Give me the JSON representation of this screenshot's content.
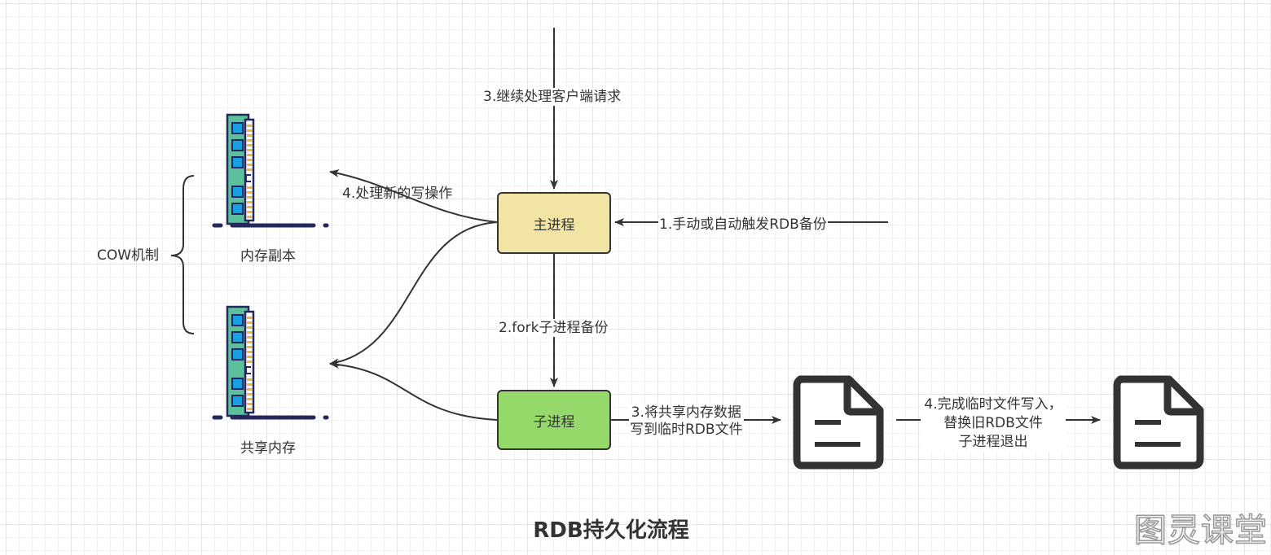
{
  "diagram": {
    "title": "RDB持久化流程",
    "nodes": {
      "main_process": "主进程",
      "child_process": "子进程",
      "memory_copy": "内存副本",
      "shared_memory": "共享内存",
      "cow": "COW机制"
    },
    "edges": {
      "trigger": "1.手动或自动触发RDB备份",
      "fork": "2.fork子进程备份",
      "continue_requests": "3.继续处理客户端请求",
      "write_temp": [
        "3.将共享内存数据",
        "写到临时RDB文件"
      ],
      "handle_writes": "4.处理新的写操作",
      "finish": [
        "4.完成临时文件写入，",
        "替换旧RDB文件",
        "子进程退出"
      ]
    },
    "icons": [
      "ram-chip-icon",
      "ram-chip-icon",
      "document-icon",
      "document-icon"
    ],
    "colors": {
      "main_process_fill": "#f2e4a4",
      "child_process_fill": "#95d96b",
      "stroke": "#333333",
      "ram_green": "#5cc19b",
      "ram_blue": "#1a9fe0",
      "ram_gold": "#f0b53a",
      "ram_navy": "#24285b"
    }
  },
  "watermark": "图灵课堂"
}
